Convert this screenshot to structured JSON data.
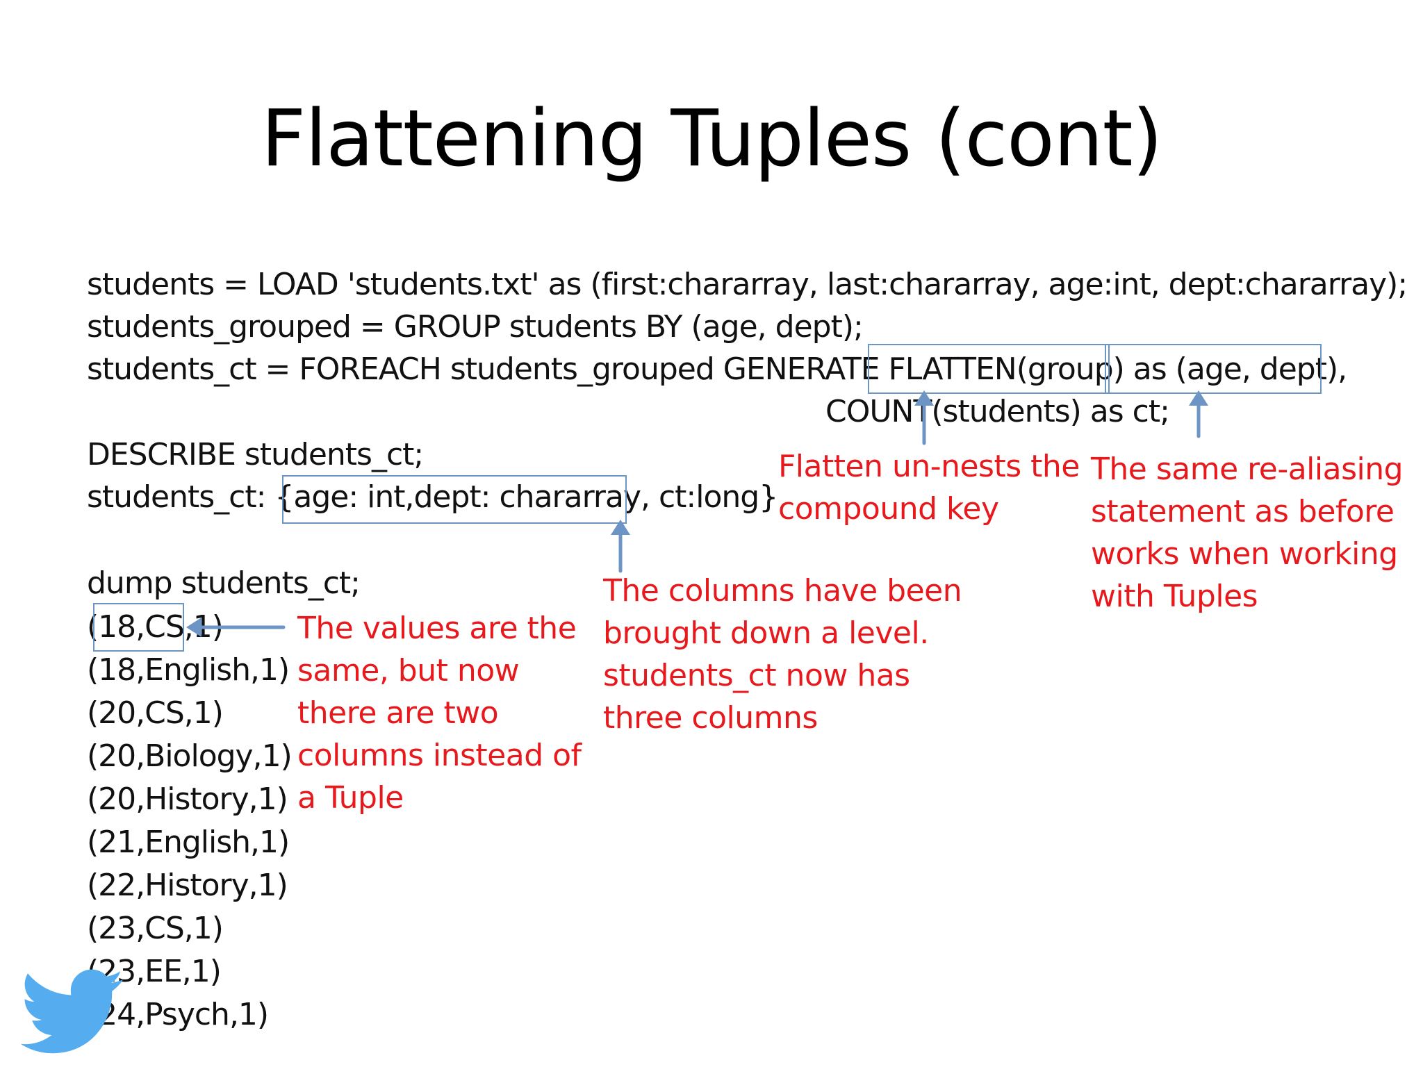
{
  "slide": {
    "title": "Flattening Tuples (cont)",
    "code": {
      "load_line": "students = LOAD 'students.txt' as (first:chararray, last:chararray, age:int, dept:chararray);",
      "group_line": "students_grouped = GROUP students BY (age, dept);",
      "foreach_line": "students_ct = FOREACH students_grouped GENERATE FLATTEN(group) as (age, dept),",
      "count_line": "COUNT(students) as ct;",
      "describe_line": "DESCRIBE students_ct;",
      "schema_line": "students_ct: {age: int,dept: chararray, ct:long}",
      "dump_line": "dump students_ct;",
      "dump_rows": [
        "(18,CS,1)",
        "(18,English,1)",
        "(20,CS,1)",
        "(20,Biology,1)",
        "(20,History,1)",
        "(21,English,1)",
        "(22,History,1)",
        "(23,CS,1)",
        "(23,EE,1)",
        "(24,Psych,1)"
      ]
    },
    "annotations": {
      "flatten_note": [
        "Flatten un-nests the",
        "compound key"
      ],
      "realias_note": [
        "The same re-aliasing",
        "statement as before",
        "works when working",
        "with Tuples"
      ],
      "columns_note": [
        "The columns have been",
        "brought down a level.",
        "students_ct now has",
        "three columns"
      ],
      "values_note": [
        "The values are the",
        "same, but now",
        "there are two",
        "columns instead of",
        "a Tuple"
      ]
    },
    "colors": {
      "annotation_text": "#e8191c",
      "highlight_box": "#6c94c4",
      "arrow": "#6c94c4",
      "logo": "#55acee"
    },
    "icons": {
      "logo": "twitter-bird-icon"
    }
  }
}
